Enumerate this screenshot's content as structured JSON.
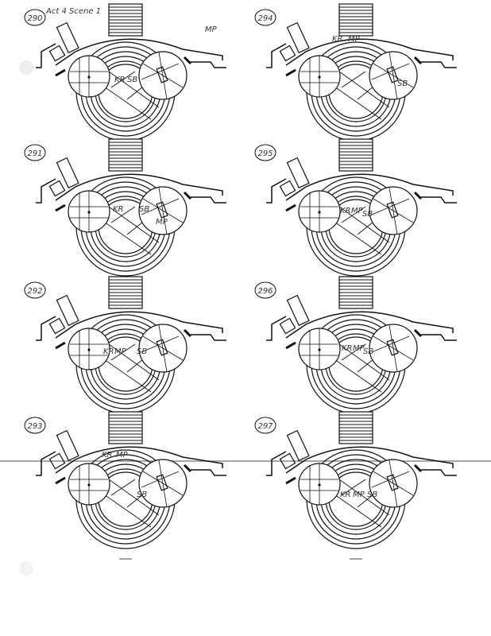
{
  "header": {
    "title": "Act 4 Scene 1"
  },
  "panels": [
    {
      "number": "290",
      "labels": [
        "MP",
        "KR",
        "SB"
      ]
    },
    {
      "number": "291",
      "labels": [
        "KR",
        "SB",
        "MP"
      ]
    },
    {
      "number": "292",
      "labels": [
        "KR",
        "MP",
        "SB"
      ]
    },
    {
      "number": "293",
      "labels": [
        "KR",
        "MP",
        "SB"
      ]
    },
    {
      "number": "294",
      "labels": [
        "KR",
        "MP",
        "SB"
      ]
    },
    {
      "number": "295",
      "labels": [
        "KR",
        "MP",
        "SB"
      ]
    },
    {
      "number": "296",
      "labels": [
        "KR",
        "MP",
        "SB"
      ]
    },
    {
      "number": "297",
      "labels": [
        "KR",
        "MP",
        "SB"
      ]
    }
  ]
}
